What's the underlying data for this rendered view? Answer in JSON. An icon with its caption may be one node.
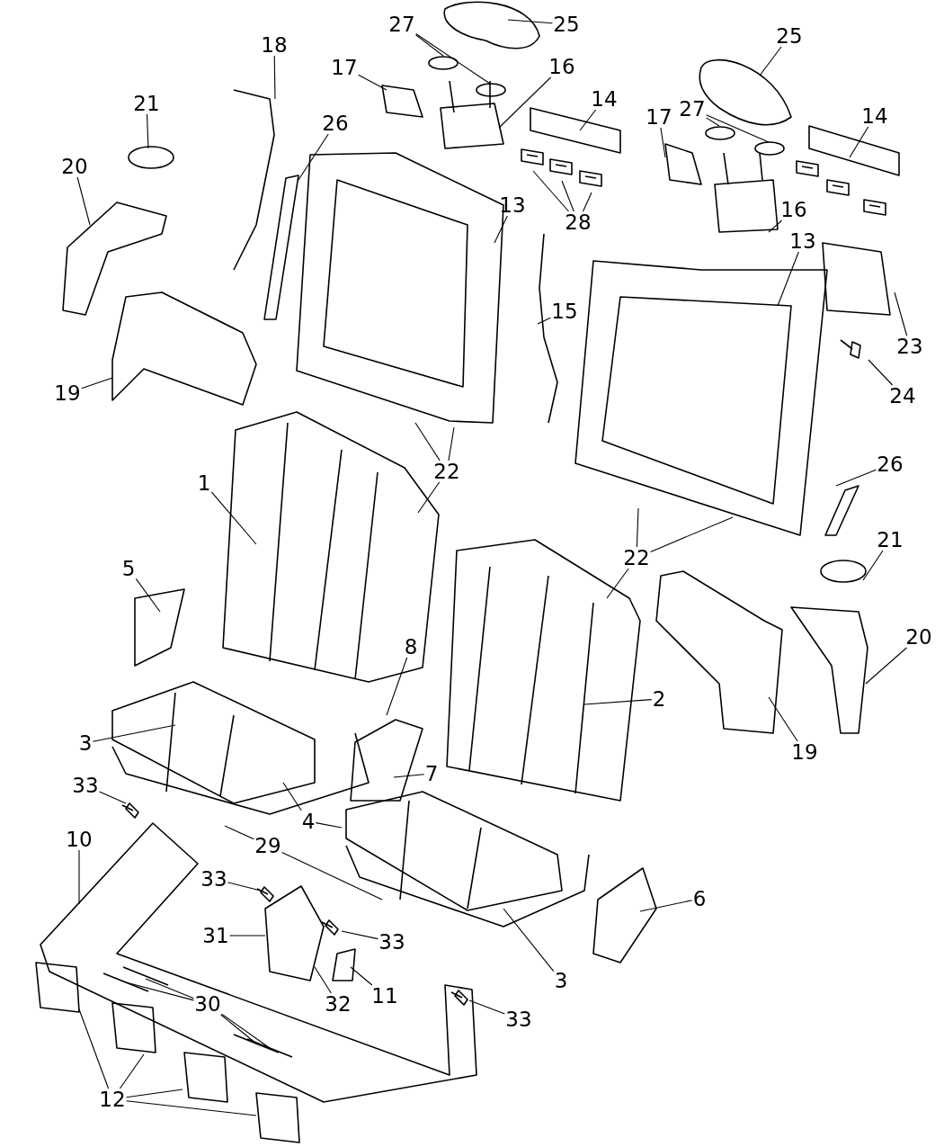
{
  "diagram": {
    "nodes": [
      {
        "text": [
          "25"
        ]
      },
      {
        "text": [
          "27"
        ]
      },
      {
        "text": [
          "18"
        ]
      },
      {
        "text": [
          "16"
        ]
      },
      {
        "text": [
          "17"
        ]
      },
      {
        "text": [
          "25"
        ]
      },
      {
        "text": [
          "21"
        ]
      },
      {
        "text": [
          "14"
        ]
      },
      {
        "text": [
          "27"
        ]
      },
      {
        "text": [
          "17"
        ]
      },
      {
        "text": [
          "14"
        ]
      },
      {
        "text": [
          "26"
        ]
      },
      {
        "text": [
          "20"
        ]
      },
      {
        "text": [
          "13"
        ]
      },
      {
        "text": [
          "16"
        ]
      },
      {
        "text": [
          "28"
        ]
      },
      {
        "text": [
          "13"
        ]
      },
      {
        "text": [
          "15"
        ]
      },
      {
        "text": [
          "23"
        ]
      },
      {
        "text": [
          "24"
        ]
      },
      {
        "text": [
          "19"
        ]
      },
      {
        "text": [
          "22"
        ]
      },
      {
        "text": [
          "26"
        ]
      },
      {
        "text": [
          "1"
        ]
      },
      {
        "text": [
          "21"
        ]
      },
      {
        "text": [
          "22"
        ]
      },
      {
        "text": [
          "5"
        ]
      },
      {
        "text": [
          "20"
        ]
      },
      {
        "text": [
          "8"
        ]
      },
      {
        "text": [
          "2"
        ]
      },
      {
        "text": [
          "19"
        ]
      },
      {
        "text": [
          "3"
        ]
      },
      {
        "text": [
          "7"
        ]
      },
      {
        "text": [
          "33"
        ]
      },
      {
        "text": [
          "4"
        ]
      },
      {
        "text": [
          "10"
        ]
      },
      {
        "text": [
          "29"
        ]
      },
      {
        "text": [
          "33"
        ]
      },
      {
        "text": [
          "6"
        ]
      },
      {
        "text": [
          "31"
        ]
      },
      {
        "text": [
          "33"
        ]
      },
      {
        "text": [
          "3"
        ]
      },
      {
        "text": [
          "11"
        ]
      },
      {
        "text": [
          "32"
        ]
      },
      {
        "text": [
          "30"
        ]
      },
      {
        "text": [
          "33"
        ]
      },
      {
        "text": [
          "12"
        ]
      }
    ],
    "edges": [
      {
        "from": 0,
        "to": null,
        "arrow": "none"
      },
      {
        "from": 1,
        "to": null,
        "arrow": "none"
      },
      {
        "from": 1,
        "to": null,
        "arrow": "none"
      },
      {
        "from": 2,
        "to": null,
        "arrow": "none"
      },
      {
        "from": 3,
        "to": null,
        "arrow": "none"
      },
      {
        "from": 4,
        "to": null,
        "arrow": "none"
      },
      {
        "from": 5,
        "to": null,
        "arrow": "none"
      },
      {
        "from": 6,
        "to": null,
        "arrow": "none"
      },
      {
        "from": 7,
        "to": null,
        "arrow": "none"
      },
      {
        "from": 8,
        "to": null,
        "arrow": "none"
      },
      {
        "from": 8,
        "to": null,
        "arrow": "none"
      },
      {
        "from": 9,
        "to": null,
        "arrow": "none"
      },
      {
        "from": 10,
        "to": null,
        "arrow": "none"
      },
      {
        "from": 11,
        "to": null,
        "arrow": "none"
      },
      {
        "from": 12,
        "to": null,
        "arrow": "none"
      },
      {
        "from": 13,
        "to": null,
        "arrow": "none"
      },
      {
        "from": 14,
        "to": null,
        "arrow": "none"
      },
      {
        "from": 15,
        "to": null,
        "arrow": "none"
      },
      {
        "from": 15,
        "to": null,
        "arrow": "none"
      },
      {
        "from": 15,
        "to": null,
        "arrow": "none"
      },
      {
        "from": 16,
        "to": null,
        "arrow": "none"
      },
      {
        "from": 17,
        "to": null,
        "arrow": "none"
      },
      {
        "from": 18,
        "to": null,
        "arrow": "none"
      },
      {
        "from": 19,
        "to": null,
        "arrow": "none"
      },
      {
        "from": 20,
        "to": null,
        "arrow": "none"
      },
      {
        "from": 21,
        "to": null,
        "arrow": "none"
      },
      {
        "from": 21,
        "to": null,
        "arrow": "none"
      },
      {
        "from": 21,
        "to": null,
        "arrow": "none"
      },
      {
        "from": 22,
        "to": null,
        "arrow": "none"
      },
      {
        "from": 23,
        "to": null,
        "arrow": "none"
      },
      {
        "from": 24,
        "to": null,
        "arrow": "none"
      },
      {
        "from": 25,
        "to": null,
        "arrow": "none"
      },
      {
        "from": 25,
        "to": null,
        "arrow": "none"
      },
      {
        "from": 25,
        "to": null,
        "arrow": "none"
      },
      {
        "from": 26,
        "to": null,
        "arrow": "none"
      },
      {
        "from": 27,
        "to": null,
        "arrow": "none"
      },
      {
        "from": 28,
        "to": null,
        "arrow": "none"
      },
      {
        "from": 29,
        "to": null,
        "arrow": "none"
      },
      {
        "from": 30,
        "to": null,
        "arrow": "none"
      },
      {
        "from": 31,
        "to": null,
        "arrow": "none"
      },
      {
        "from": 32,
        "to": null,
        "arrow": "none"
      },
      {
        "from": 33,
        "to": null,
        "arrow": "none"
      },
      {
        "from": 34,
        "to": null,
        "arrow": "none"
      },
      {
        "from": 34,
        "to": null,
        "arrow": "none"
      },
      {
        "from": 35,
        "to": null,
        "arrow": "none"
      },
      {
        "from": 36,
        "to": null,
        "arrow": "none"
      },
      {
        "from": 36,
        "to": null,
        "arrow": "none"
      },
      {
        "from": 37,
        "to": null,
        "arrow": "none"
      },
      {
        "from": 38,
        "to": null,
        "arrow": "none"
      },
      {
        "from": 39,
        "to": null,
        "arrow": "none"
      },
      {
        "from": 40,
        "to": null,
        "arrow": "none"
      },
      {
        "from": 41,
        "to": null,
        "arrow": "none"
      },
      {
        "from": 42,
        "to": null,
        "arrow": "none"
      },
      {
        "from": 43,
        "to": null,
        "arrow": "none"
      },
      {
        "from": 44,
        "to": null,
        "arrow": "none"
      },
      {
        "from": 44,
        "to": null,
        "arrow": "none"
      },
      {
        "from": 44,
        "to": null,
        "arrow": "none"
      },
      {
        "from": 44,
        "to": null,
        "arrow": "none"
      },
      {
        "from": 45,
        "to": null,
        "arrow": "none"
      },
      {
        "from": 46,
        "to": null,
        "arrow": "none"
      },
      {
        "from": 46,
        "to": null,
        "arrow": "none"
      },
      {
        "from": 46,
        "to": null,
        "arrow": "none"
      },
      {
        "from": 46,
        "to": null,
        "arrow": "none"
      }
    ]
  }
}
